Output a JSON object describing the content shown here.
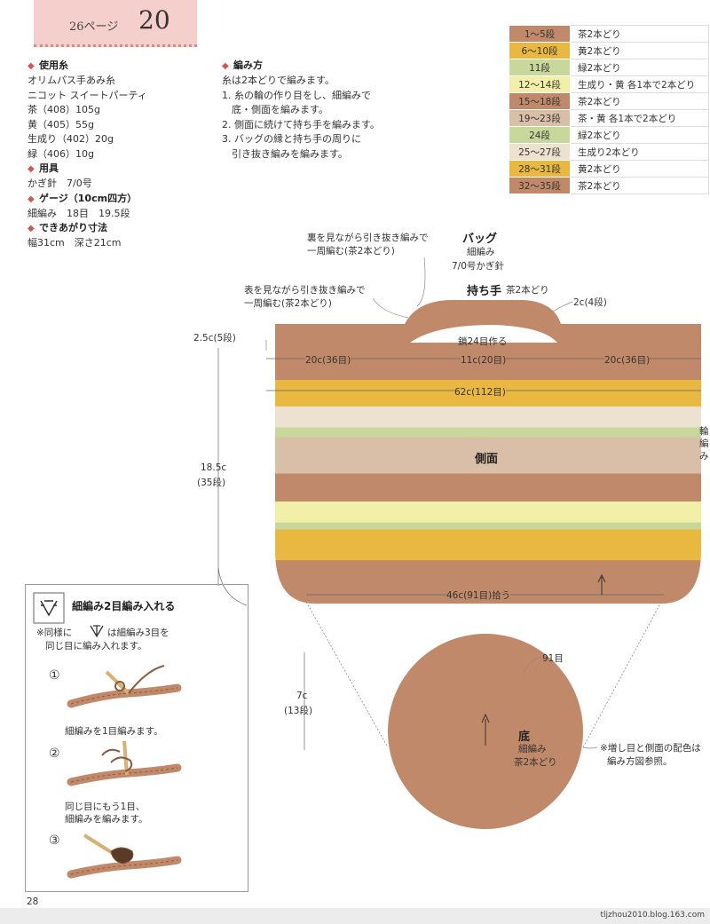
{
  "header": {
    "page_ref": "26ページ",
    "pattern_no": "20"
  },
  "materials": {
    "yarn_title": "使用糸",
    "yarn_lines": [
      "オリムパス手あみ糸",
      "ニコット スイートパーティ",
      "茶（408）105g",
      "黄（405）55g",
      "生成り（402）20g",
      "緑（406）10g"
    ],
    "tool_title": "用具",
    "tool_lines": [
      "かぎ針　7/0号"
    ],
    "gauge_title": "ゲージ（10cm四方）",
    "gauge_lines": [
      "細編み　18目　19.5段"
    ],
    "size_title": "できあがり寸法",
    "size_lines": [
      "幅31cm　深さ21cm"
    ]
  },
  "method": {
    "title": "編み方",
    "lines": [
      "糸は2本どりで編みます。",
      "1. 糸の輪の作り目をし、細編みで",
      "　底・側面を編みます。",
      "2. 側面に続けて持ち手を編みます。",
      "3. バッグの縁と持ち手の周りに",
      "　引き抜き編みを編みます。"
    ]
  },
  "color_table": [
    {
      "rows": "1〜5段",
      "desc": "茶2本どり",
      "color": "#c08a6a"
    },
    {
      "rows": "6〜10段",
      "desc": "黄2本どり",
      "color": "#e8b840"
    },
    {
      "rows": "11段",
      "desc": "緑2本どり",
      "color": "#c8d89a"
    },
    {
      "rows": "12〜14段",
      "desc": "生成り・黄 各1本で2本どり",
      "color": "#f2f0a8"
    },
    {
      "rows": "15〜18段",
      "desc": "茶2本どり",
      "color": "#c08a6a"
    },
    {
      "rows": "19〜23段",
      "desc": "茶・黄 各1本で2本どり",
      "color": "#d9bfa8"
    },
    {
      "rows": "24段",
      "desc": "緑2本どり",
      "color": "#c8d89a"
    },
    {
      "rows": "25〜27段",
      "desc": "生成り2本どり",
      "color": "#ede2d0"
    },
    {
      "rows": "28〜31段",
      "desc": "黄2本どり",
      "color": "#e8b840"
    },
    {
      "rows": "32〜35段",
      "desc": "茶2本どり",
      "color": "#c08a6a"
    }
  ],
  "bag_diagram": {
    "bag_title": "バッグ",
    "bag_sub1": "細編み",
    "bag_sub2": "7/0号かぎ針",
    "handle_title": "持ち手",
    "handle_color": "茶2本どり",
    "note_back_1": "裏を見ながら引き抜き編みで",
    "note_back_2": "一周編む(茶2本どり)",
    "note_front_1": "表を見ながら引き抜き編みで",
    "note_front_2": "一周編む(茶2本どり)",
    "dim_handle_width": "2c(4段)",
    "dim_top_height": "2.5c(5段)",
    "chain_label": "鎖24目作る",
    "dim_left": "20c(36目)",
    "dim_center": "11c(20目)",
    "dim_right": "20c(36目)",
    "dim_width": "62c(112目)",
    "side_label": "側面",
    "side_height_1": "18.5c",
    "side_height_2": "(35段)",
    "ring_note_1": "輪",
    "ring_note_2": "編",
    "ring_note_3": "み",
    "dim_bottom_pickup": "46c(91目)拾う",
    "base_stitches": "91目",
    "base_radius_1": "7c",
    "base_radius_2": "(13段)",
    "base_title": "底",
    "base_sub1": "細編み",
    "base_sub2": "茶2本どり",
    "note_increase_1": "※増し目と側面の配色は",
    "note_increase_2": "編み方図参照。",
    "colors": {
      "brown": "#c08a6a",
      "yellow": "#e8b840",
      "green": "#c8d89a",
      "cream_yellow": "#f2f0a8",
      "mix_brown": "#d9bfa8",
      "cream": "#ede2d0"
    }
  },
  "stitch_box": {
    "title": "細編み2目編み入れる",
    "note_1": "※同様に",
    "note_2": "は細編み3目を",
    "note_3": "同じ目に編み入れます。",
    "steps": [
      {
        "num": "①",
        "text": [
          "細編みを1目編みます。"
        ]
      },
      {
        "num": "②",
        "text": [
          "同じ目にもう1目、",
          "細編みを編みます。"
        ]
      },
      {
        "num": "③",
        "text": []
      }
    ]
  },
  "footer": {
    "page_number": "28",
    "watermark": "tljzhou2010.blog.163.com"
  }
}
